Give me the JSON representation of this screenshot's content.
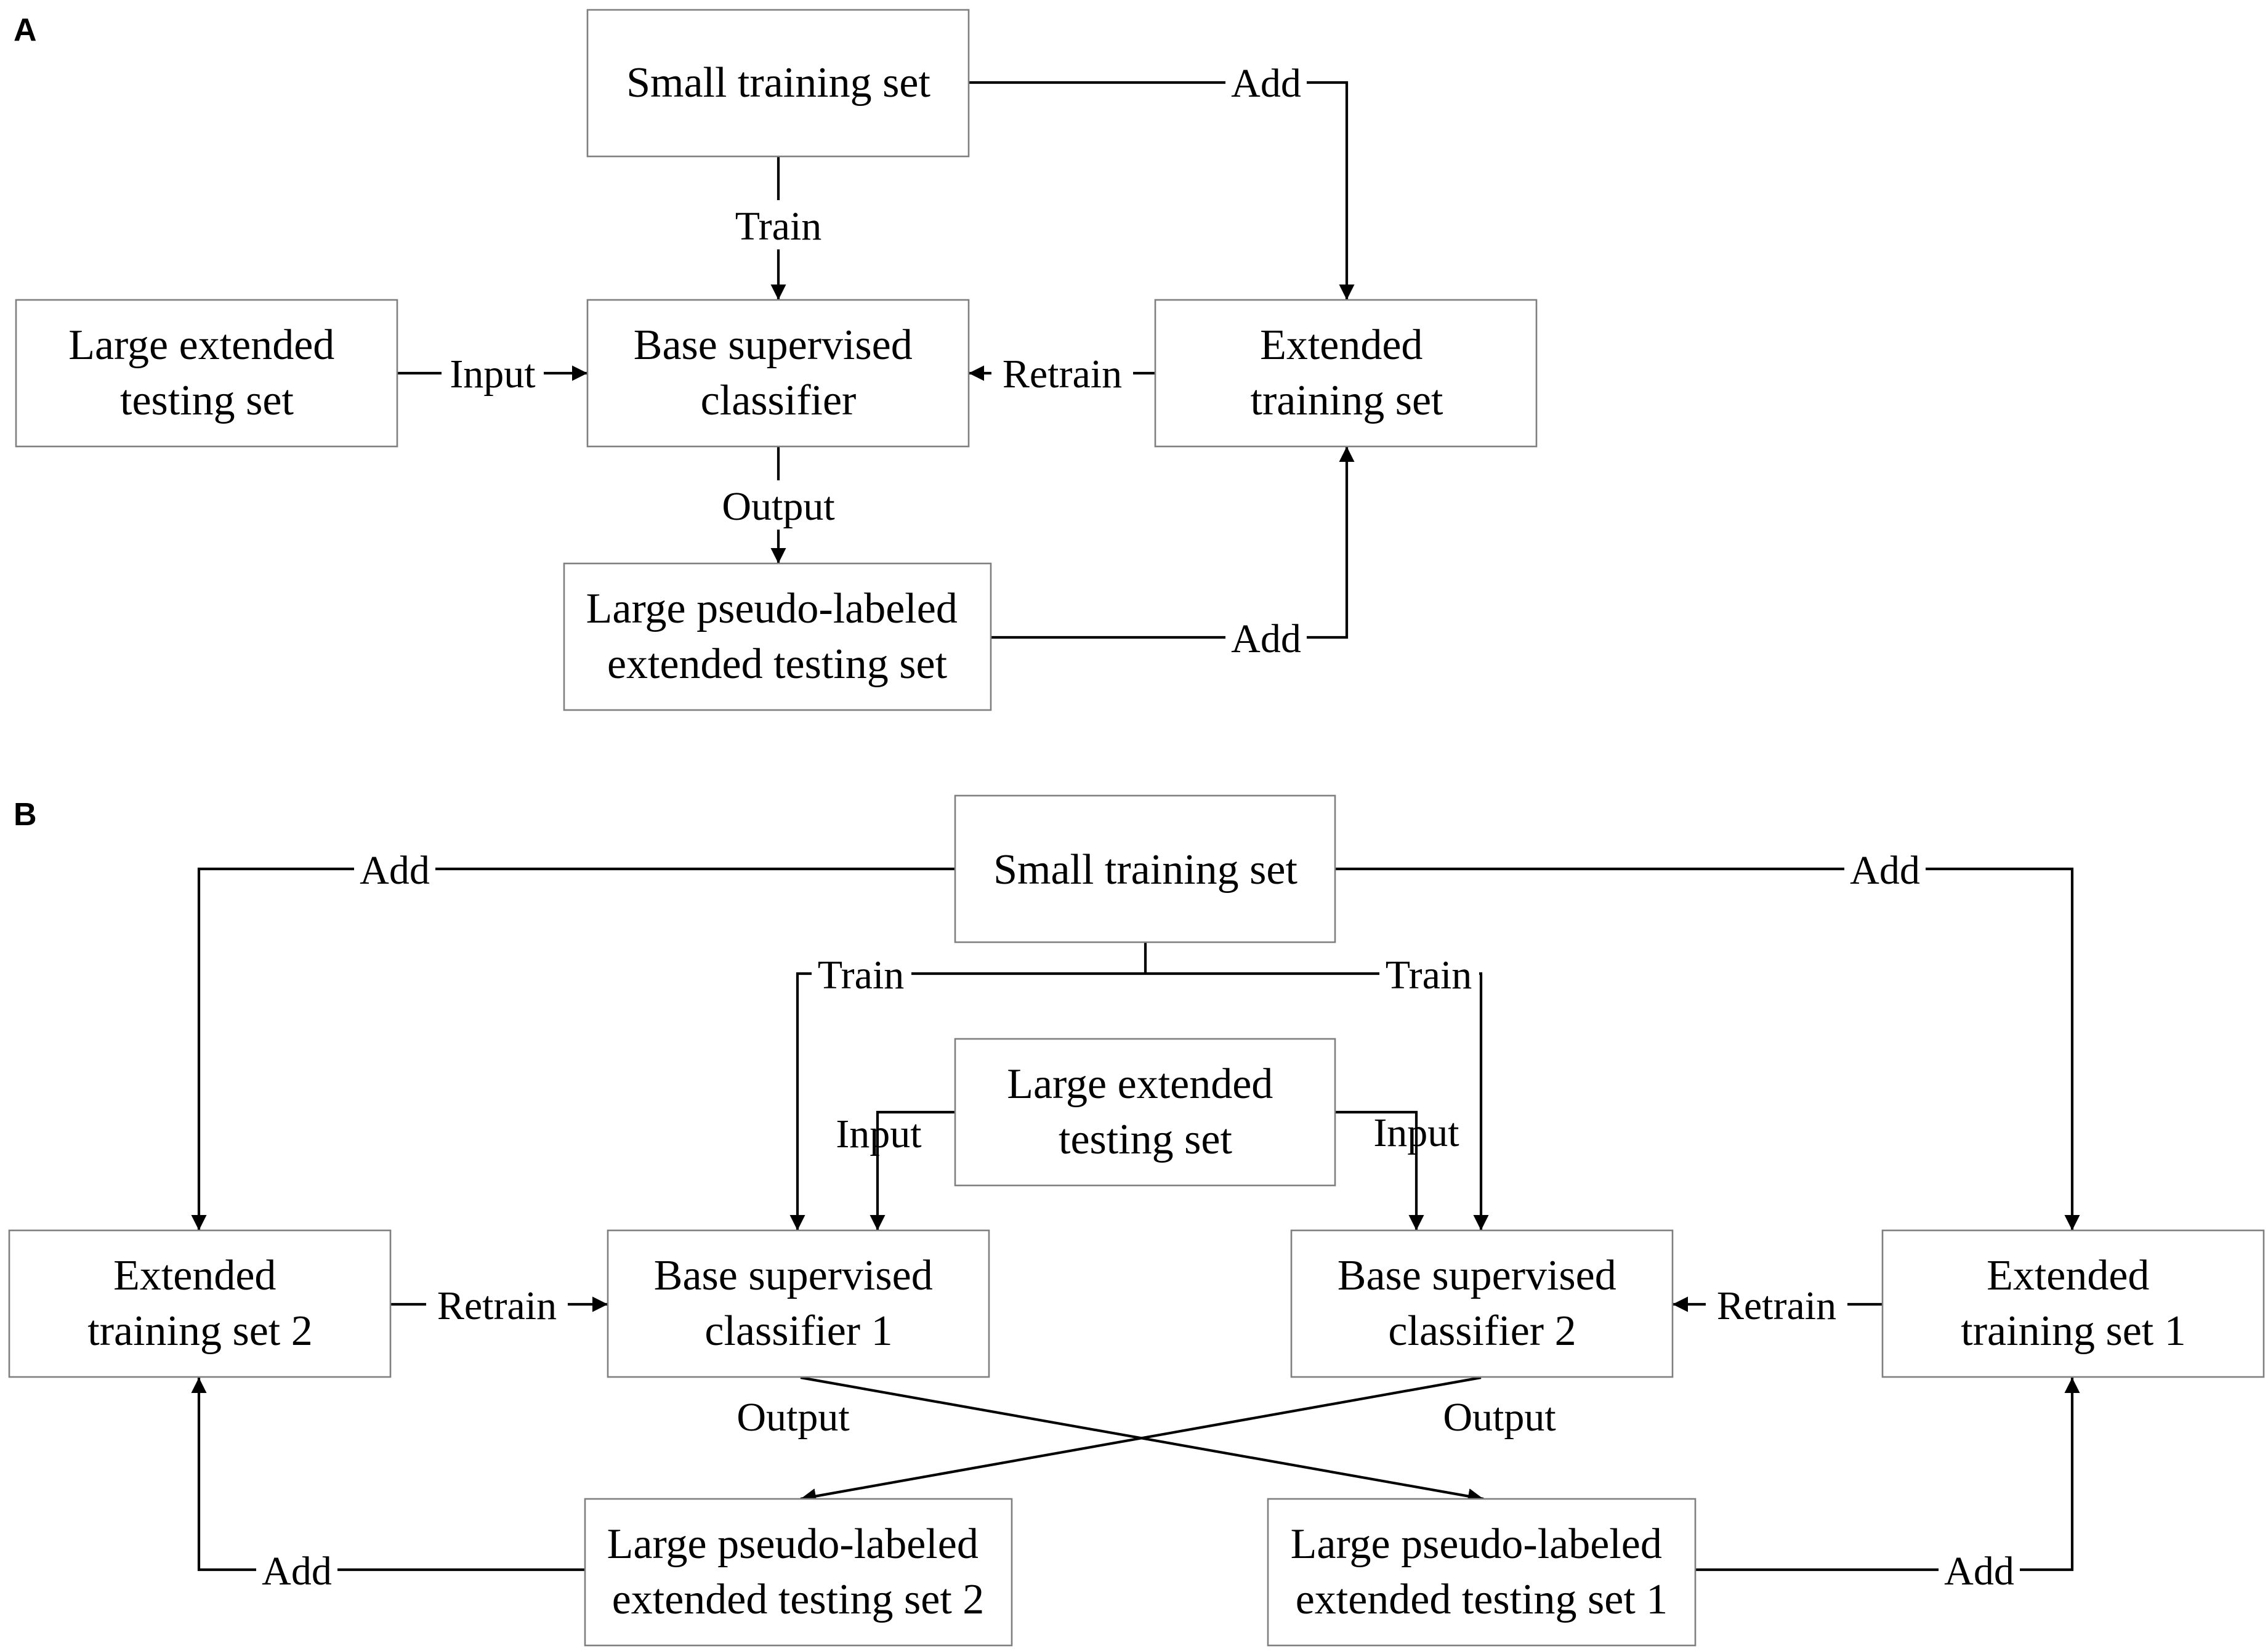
{
  "panels": [
    "A",
    "B"
  ],
  "panel_a": {
    "nodes": {
      "small_training_set": [
        "Small training set"
      ],
      "large_extended_testing_set": [
        "Large extended",
        "testing set"
      ],
      "base_supervised_classifier": [
        "Base supervised",
        "classifier"
      ],
      "extended_training_set": [
        "Extended",
        "training set"
      ],
      "large_pseudo_labeled_set": [
        "Large pseudo-labeled",
        "extended testing set"
      ]
    },
    "edges": {
      "train": "Train",
      "input": "Input",
      "retrain": "Retrain",
      "output": "Output",
      "add_top": "Add",
      "add_bottom": "Add"
    }
  },
  "panel_b": {
    "nodes": {
      "small_training_set": [
        "Small training set"
      ],
      "large_extended_testing_set": [
        "Large extended",
        "testing set"
      ],
      "extended_training_set_2": [
        "Extended",
        "training set 2"
      ],
      "base_supervised_classifier_1": [
        "Base supervised",
        "classifier 1"
      ],
      "base_supervised_classifier_2": [
        "Base supervised",
        "classifier 2"
      ],
      "extended_training_set_1": [
        "Extended",
        "training set 1"
      ],
      "large_pseudo_labeled_set_2": [
        "Large pseudo-labeled",
        "extended testing set 2"
      ],
      "large_pseudo_labeled_set_1": [
        "Large pseudo-labeled",
        "extended testing set 1"
      ]
    },
    "edges": {
      "add_top_left": "Add",
      "add_top_right": "Add",
      "train_left": "Train",
      "train_right": "Train",
      "input_left": "Input",
      "input_right": "Input",
      "retrain_left": "Retrain",
      "retrain_right": "Retrain",
      "output_left": "Output",
      "output_right": "Output",
      "add_bottom_left": "Add",
      "add_bottom_right": "Add"
    }
  }
}
